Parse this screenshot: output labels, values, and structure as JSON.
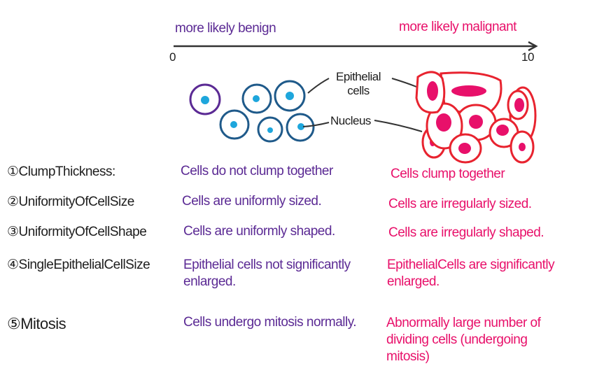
{
  "scale": {
    "left_label": "more likely benign",
    "right_label": "more likely malignant",
    "min": "0",
    "max": "10"
  },
  "labels": {
    "epithelial": "Epithelial cells",
    "nucleus": "Nucleus"
  },
  "rows": [
    {
      "feature": "①ClumpThickness:",
      "benign": "Cells do not clump together",
      "malignant": "Cells clump together"
    },
    {
      "feature": "②UniformityOfCellSize",
      "benign": "Cells are uniformly sized.",
      "malignant": "Cells are irregularly sized."
    },
    {
      "feature": "③UniformityOfCellShape",
      "benign": "Cells are uniformly shaped.",
      "malignant": "Cells are irregularly shaped."
    },
    {
      "feature": "④SingleEpithelialCellSize",
      "benign": "Epithelial cells not significantly enlarged.",
      "malignant": "EpithelialCells are significantly enlarged."
    },
    {
      "feature": "⑤Mitosis",
      "benign": "Cells undergo mitosis normally.",
      "malignant": "Abnormally large number of dividing cells (undergoing mitosis)"
    }
  ],
  "colors": {
    "benign": "#5b2a94",
    "malignant": "#e8106a",
    "benign_cell": "#1f5a8a",
    "nucleus_benign": "#1ea6dc",
    "malignant_cell": "#e8232f"
  }
}
